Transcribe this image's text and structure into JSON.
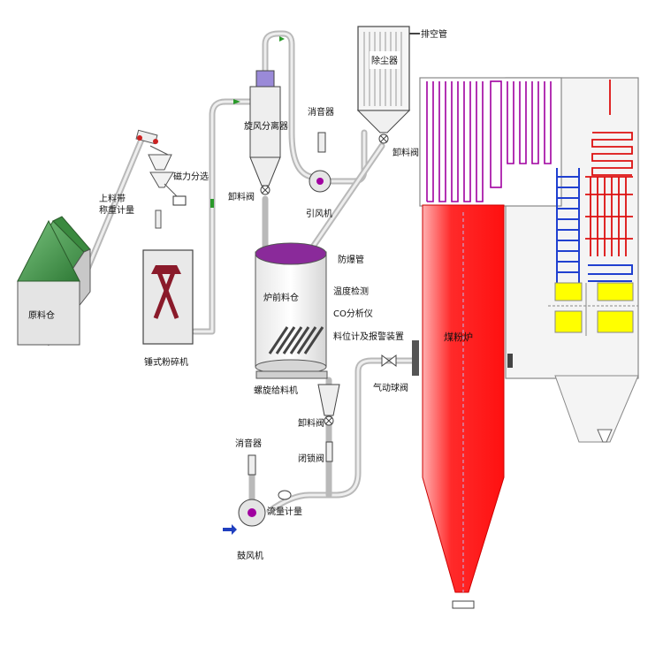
{
  "labels": {
    "raw_bin": "原料仓",
    "belt_scale_1": "上料带",
    "belt_scale_2": "称重计量",
    "magnetic_sep": "磁力分选",
    "hammer_mill": "锤式粉碎机",
    "cyclone": "旋风分离器",
    "discharge_valve_1": "卸料阀",
    "silencer_top": "消音器",
    "induced_fan": "引风机",
    "dust_collector": "除尘器",
    "vent_pipe": "排空管",
    "discharge_valve_2": "卸料阀",
    "explosion_vent": "防爆管",
    "furnace_bin": "炉前料仓",
    "temp_detect": "温度检测",
    "co_analyzer": "CO分析仪",
    "level_meter": "料位计及报警装置",
    "screw_feeder": "螺旋给料机",
    "pneumatic_valve": "气动球阀",
    "discharge_valve_3": "卸料阀",
    "lock_valve": "闭锁阀",
    "silencer_bottom": "消音器",
    "flow_meter": "流量计量",
    "blower": "鼓风机",
    "pc_boiler": "煤粉炉"
  },
  "colors": {
    "boiler_red": "#ff2020",
    "purple": "#a000a0",
    "blue": "#2040d0",
    "yellow": "#ffff00",
    "green_roof": "#2f8a3a"
  }
}
